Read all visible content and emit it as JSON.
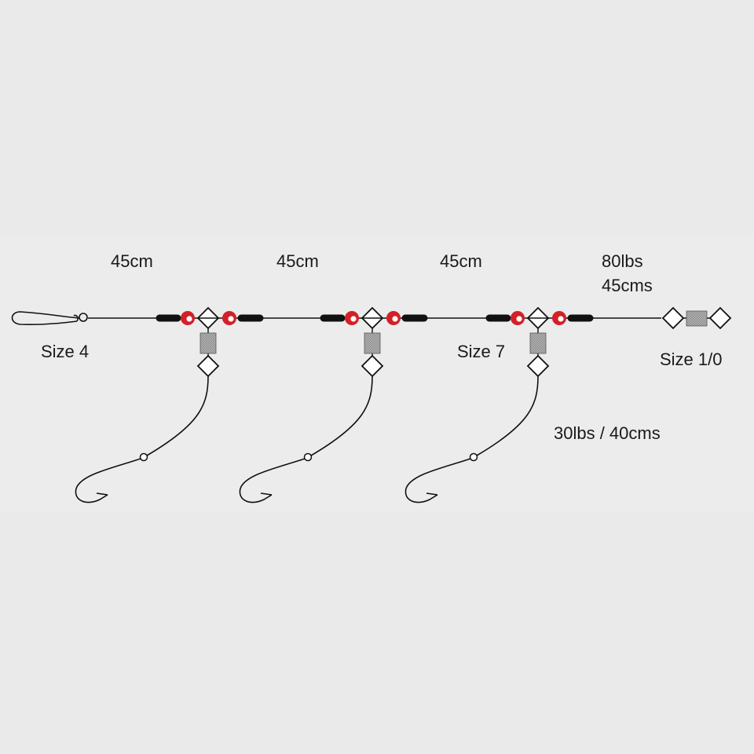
{
  "labels": {
    "segment_1_length": "45cm",
    "segment_2_length": "45cm",
    "segment_3_length": "45cm",
    "end_line_strength": "80lbs",
    "end_line_length": "45cms",
    "clip_size": "Size 4",
    "mid_swivel_size": "Size 7",
    "end_swivel_size": "Size 1/0",
    "snood_spec": "30lbs / 40cms"
  },
  "colors": {
    "background": "#eaeaea",
    "line": "#111111",
    "bead_red": "#d32027",
    "swivel_fill": "#ffffff",
    "swivel_barrel": "#a8a8a8",
    "label_text": "#1a1a1a"
  },
  "components": {
    "end_clip": "snap-clip-icon",
    "dropper_count": 3,
    "dropper_parts": [
      "sleeve",
      "red-bead",
      "three-way-swivel",
      "red-bead",
      "sleeve",
      "barrel-swivel",
      "snood",
      "hook"
    ],
    "end_swivel": "barrel-swivel-icon"
  }
}
